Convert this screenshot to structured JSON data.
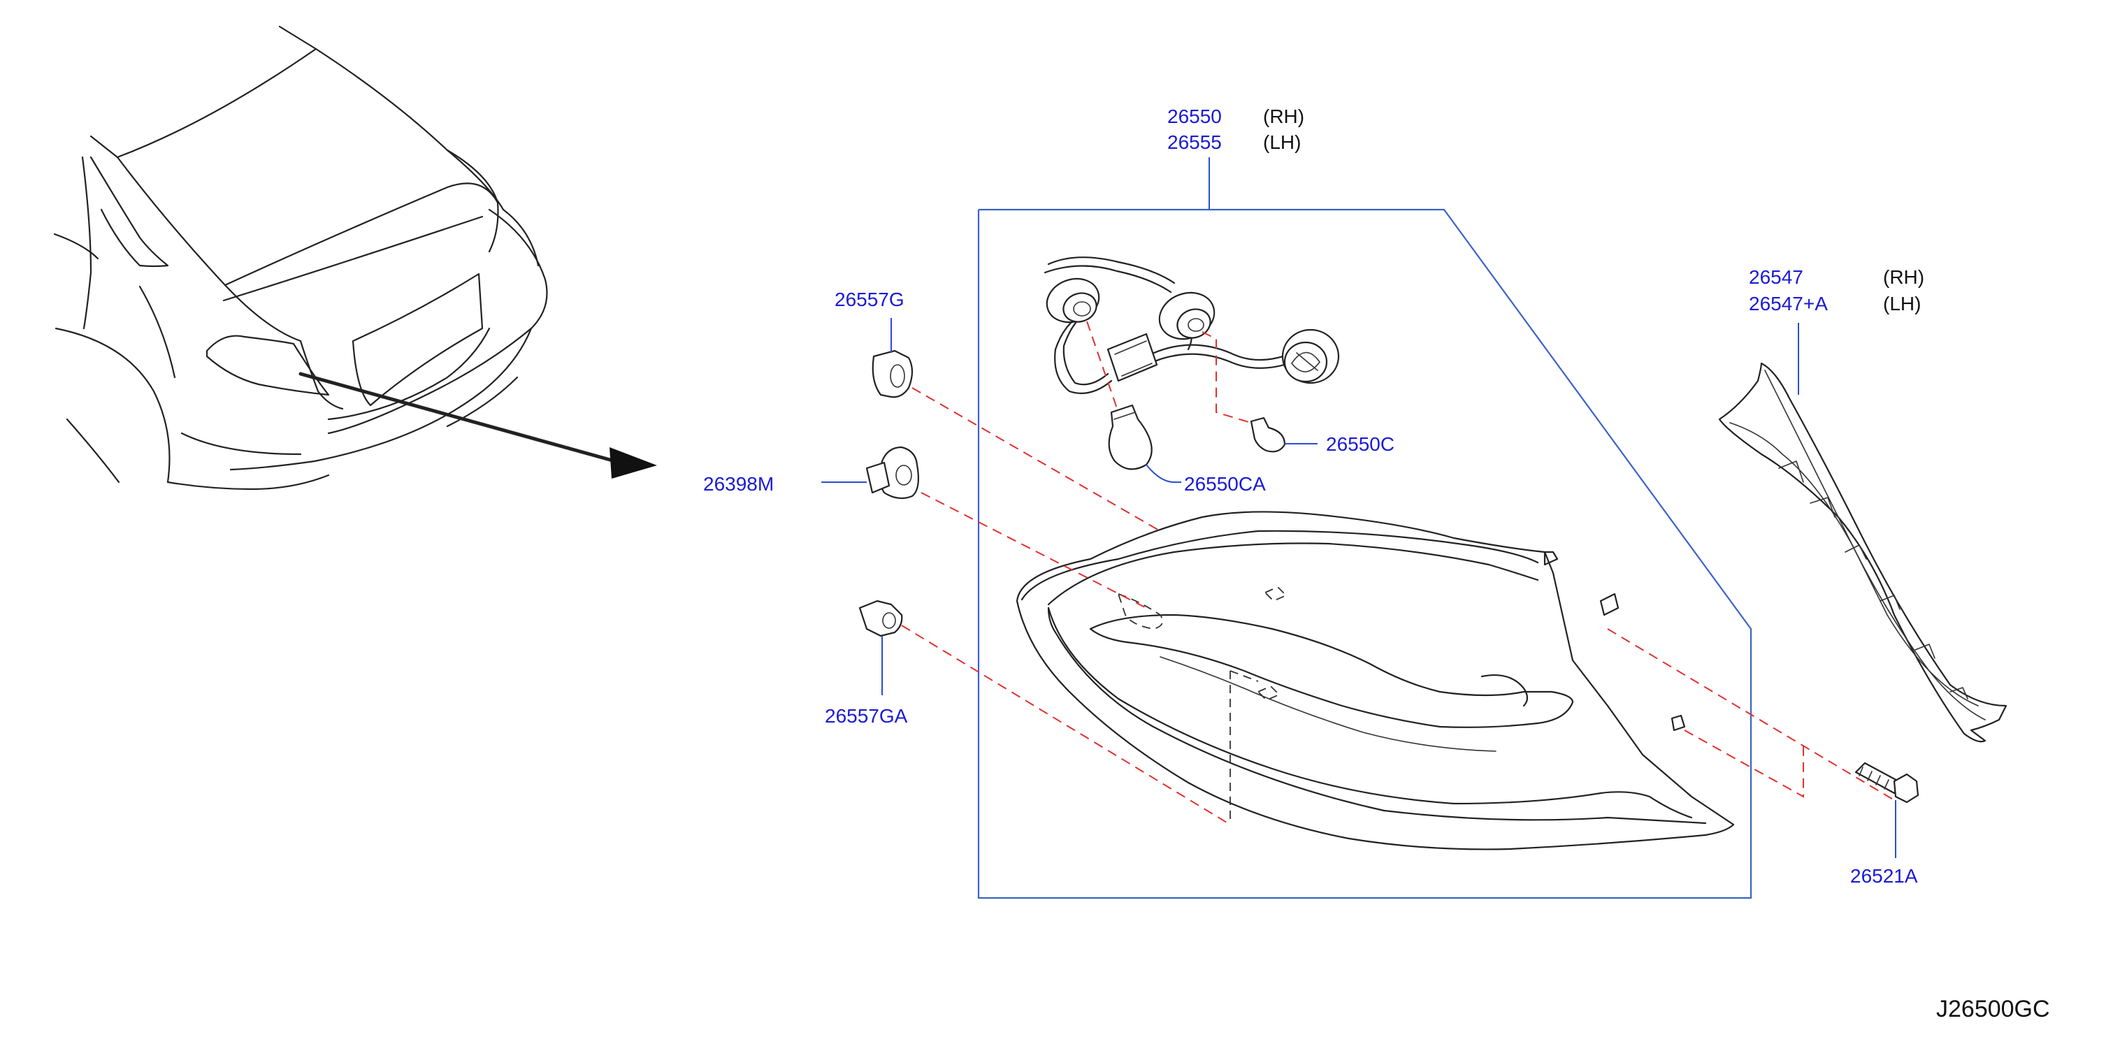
{
  "diagram": {
    "drawing_code": "J26500GC",
    "labels": {
      "lamp_assy": {
        "part_rh": "26550",
        "side_rh": "(RH)",
        "part_lh": "26555",
        "side_lh": "(LH)"
      },
      "finisher": {
        "part_rh": "26547",
        "side_rh": "(RH)",
        "part_lh": "26547+A",
        "side_lh": "(LH)"
      },
      "clip_g": "26557G",
      "grommet_m": "26398M",
      "clip_ga": "26557GA",
      "bulb_ca": "26550CA",
      "bulb_c": "26550C",
      "screw": "26521A"
    },
    "colors": {
      "part_number": "#1a1ad6",
      "frame": "#3c63c4",
      "dashed_guide": "#e23030",
      "linework": "#222222"
    }
  }
}
